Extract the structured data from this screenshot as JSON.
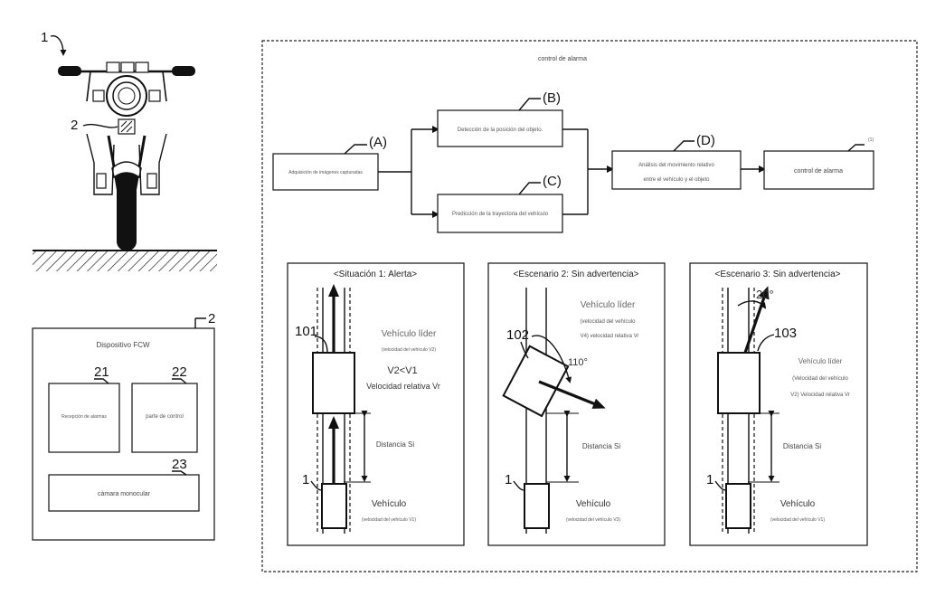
{
  "fig_labels": {
    "motorcycle_ref": "1",
    "device_ref": "2",
    "device_box_ref": "2",
    "part21": "21",
    "part22": "22",
    "part23": "23",
    "ref101": "101",
    "ref102": "102",
    "ref103": "103",
    "vehicle_ref_s1": "1",
    "vehicle_ref_s2": "1",
    "vehicle_ref_s3": "1"
  },
  "device": {
    "title": "Dispositivo FCW",
    "part21_text": "Recepción de alarmas",
    "part22_text": "parte de control",
    "part23_text": "cámara monocular"
  },
  "flow": {
    "title": "control de alarma",
    "A_tag": "(A)",
    "A_text": "Adquisición de imágenes capturadas",
    "B_tag": "(B)",
    "B_text": "Detección de la posición del objeto.",
    "C_tag": "(C)",
    "C_text": "Predicción de la trayectoria del vehículo",
    "D_tag": "(D)",
    "D_text_1": "Análisis del movimiento relativo",
    "D_text_2": "entre el vehículo y el objeto",
    "E_tag": "(1)",
    "E_text": "control de alarma"
  },
  "scenario1": {
    "title": "<Situación 1: Alerta>",
    "leader": "Vehículo líder",
    "leader_speed": "(velocidad del vehículo V2)",
    "cond": "V2<V1",
    "rel": "Velocidad relativa Vr",
    "dist": "Distancia Si",
    "vehicle": "Vehículo",
    "vehicle_speed": "(velocidad del vehículo V1)"
  },
  "scenario2": {
    "title": "<Escenario 2: Sin advertencia>",
    "leader": "Vehículo líder",
    "leader_speed_1": "(velocidad del vehículo",
    "leader_speed_2": "V4) velocidad relativa Vr",
    "angle": "110°",
    "dist": "Distancia Si",
    "vehicle": "Vehículo",
    "vehicle_speed": "(velocidad del vehículo V3)"
  },
  "scenario3": {
    "title": "<Escenario 3: Sin advertencia>",
    "angle": "20°",
    "leader": "Vehículo líder",
    "leader_speed_1": "(Velocidad del vehículo",
    "leader_speed_2": "V2) Velocidad relativa Vr",
    "dist": "Distancia Si",
    "vehicle": "Vehículo",
    "vehicle_speed": "(velocidad del vehículo V1)"
  }
}
